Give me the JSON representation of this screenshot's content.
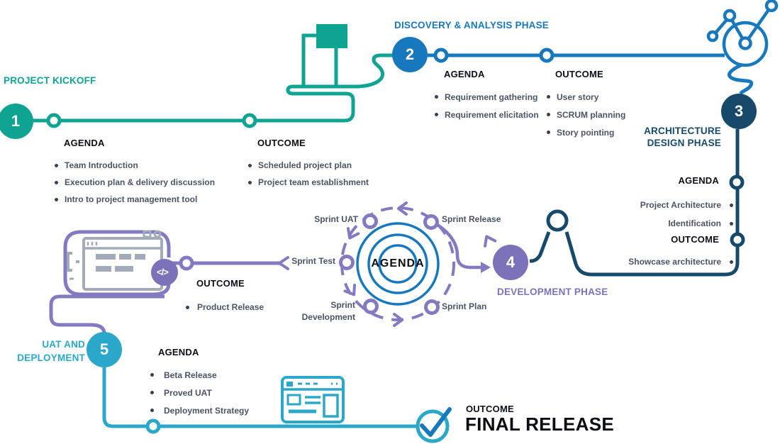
{
  "colors": {
    "green": "#0fa392",
    "blue": "#1878be",
    "navy": "#17496b",
    "purple": "#7b72b9",
    "purple_line": "#837ac1",
    "cyan": "#2ba8c9",
    "item_text": "#4b5365",
    "header_text": "#0c0f16",
    "icon_gray": "#a3abb8"
  },
  "icons": {
    "code_glyph": "</>"
  },
  "phases": {
    "kickoff": {
      "number": "1",
      "title": "PROJECT KICKOFF",
      "agenda_label": "AGENDA",
      "agenda": [
        "Team Introduction",
        "Execution plan & delivery discussion",
        "Intro to project management tool"
      ],
      "outcome_label": "OUTCOME",
      "outcome": [
        "Scheduled project plan",
        "Project team establishment"
      ]
    },
    "discovery": {
      "number": "2",
      "title": "DISCOVERY & ANALYSIS PHASE",
      "agenda_label": "AGENDA",
      "agenda": [
        "Requirement gathering",
        "Requirement elicitation"
      ],
      "outcome_label": "OUTCOME",
      "outcome": [
        "User story",
        "SCRUM planning",
        "Story pointing"
      ]
    },
    "architecture": {
      "number": "3",
      "title_line1": "ARCHITECTURE",
      "title_line2": "DESIGN PHASE",
      "agenda_label": "AGENDA",
      "agenda": [
        "Project Architecture",
        "Identification"
      ],
      "outcome_label": "OUTCOME",
      "outcome": [
        "Showcase architecture"
      ]
    },
    "development": {
      "number": "4",
      "title": "DEVELOPMENT PHASE",
      "cycle_center_label": "AGENDA",
      "cycle_steps": [
        "Sprint UAT",
        "Sprint Release",
        "Sprint Test",
        "Sprint Plan",
        "Sprint Development"
      ],
      "outcome_label": "OUTCOME",
      "outcome": [
        "Product Release"
      ]
    },
    "uat": {
      "number": "5",
      "title_line1": "UAT AND",
      "title_line2": "DEPLOYMENT",
      "agenda_label": "AGENDA",
      "agenda": [
        "Beta Release",
        "Proved UAT",
        "Deployment Strategy"
      ]
    },
    "final": {
      "outcome_label": "OUTCOME",
      "title": "FINAL RELEASE"
    }
  }
}
